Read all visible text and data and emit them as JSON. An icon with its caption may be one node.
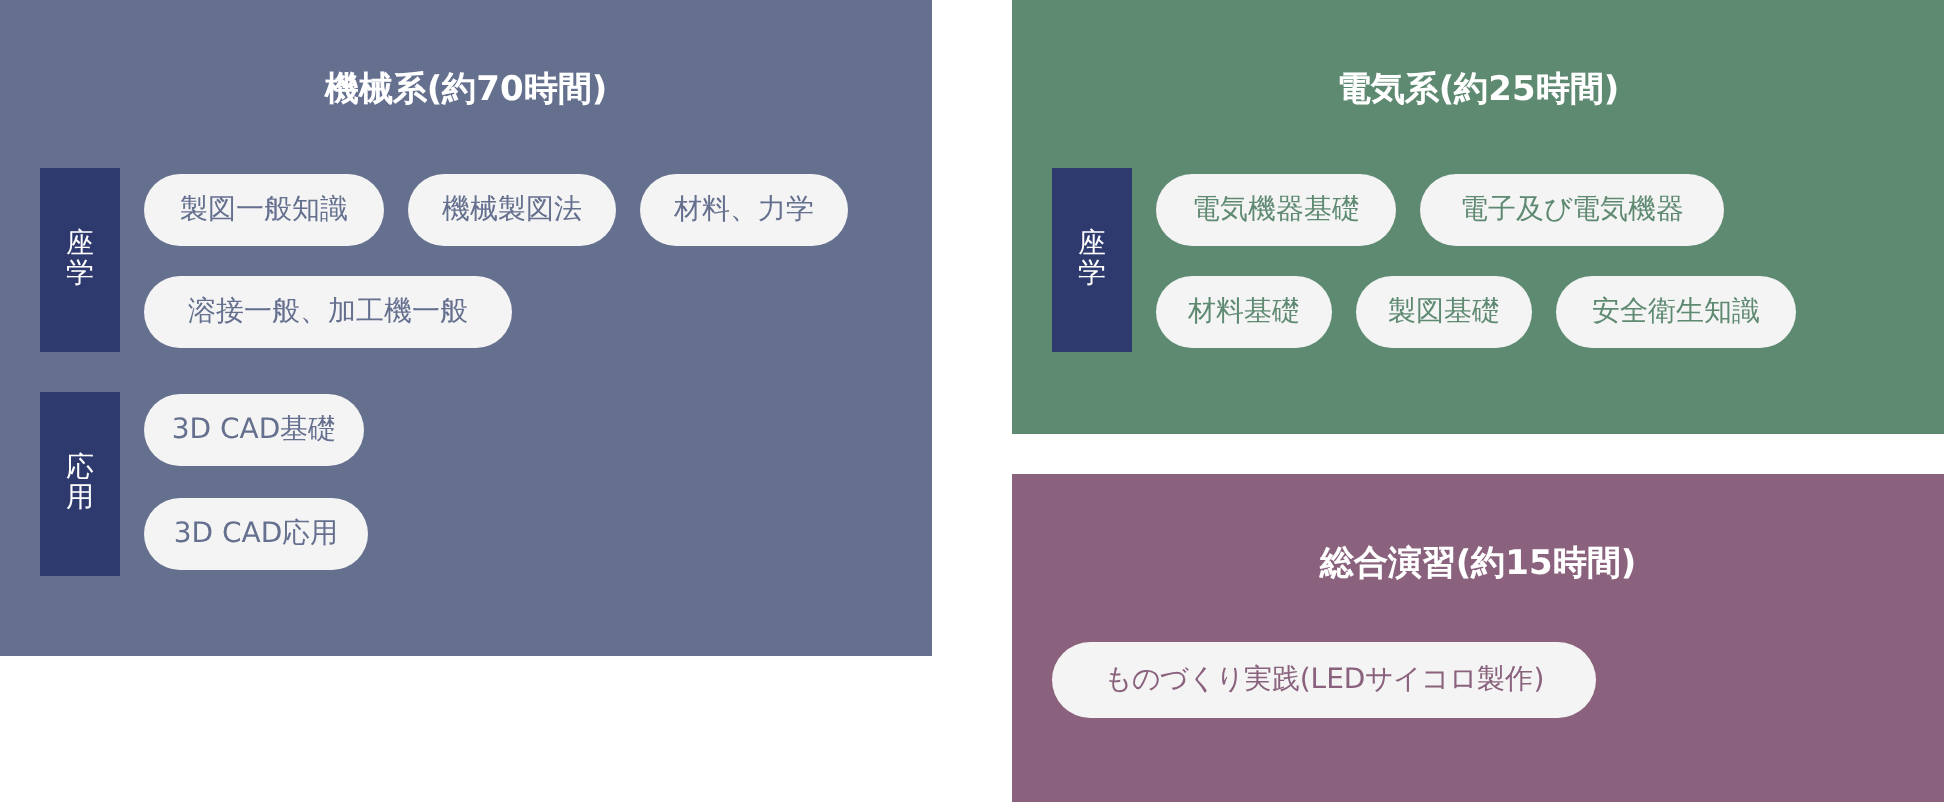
{
  "diagram": {
    "nodes": [
      {
        "text": [
          "機械系(約70時間)"
        ]
      },
      {
        "text": [
          "座学"
        ],
        "in": 0
      },
      {
        "text": [
          "製図一般知識"
        ],
        "in": 0
      },
      {
        "text": [
          "機械製図法"
        ],
        "in": 0
      },
      {
        "text": [
          "材料、力学"
        ],
        "in": 0
      },
      {
        "text": [
          "溶接一般、加工機一般"
        ],
        "in": 0
      },
      {
        "text": [
          "応用"
        ],
        "in": 0
      },
      {
        "text": [
          "3D CAD基礎"
        ],
        "in": 0
      },
      {
        "text": [
          "3D CAD応用"
        ],
        "in": 0
      },
      {
        "text": [
          "電気系(約25時間)"
        ]
      },
      {
        "text": [
          "座学"
        ],
        "in": 9
      },
      {
        "text": [
          "電気機器基礎"
        ],
        "in": 9
      },
      {
        "text": [
          "電子及び電気機器"
        ],
        "in": 9
      },
      {
        "text": [
          "材料基礎"
        ],
        "in": 9
      },
      {
        "text": [
          "製図基礎"
        ],
        "in": 9
      },
      {
        "text": [
          "安全衛生知識"
        ],
        "in": 9
      },
      {
        "text": [
          "総合演習(約15時間)"
        ]
      },
      {
        "text": [
          "ものづくり実践(LEDサイコロ製作)"
        ],
        "in": 16
      }
    ]
  }
}
